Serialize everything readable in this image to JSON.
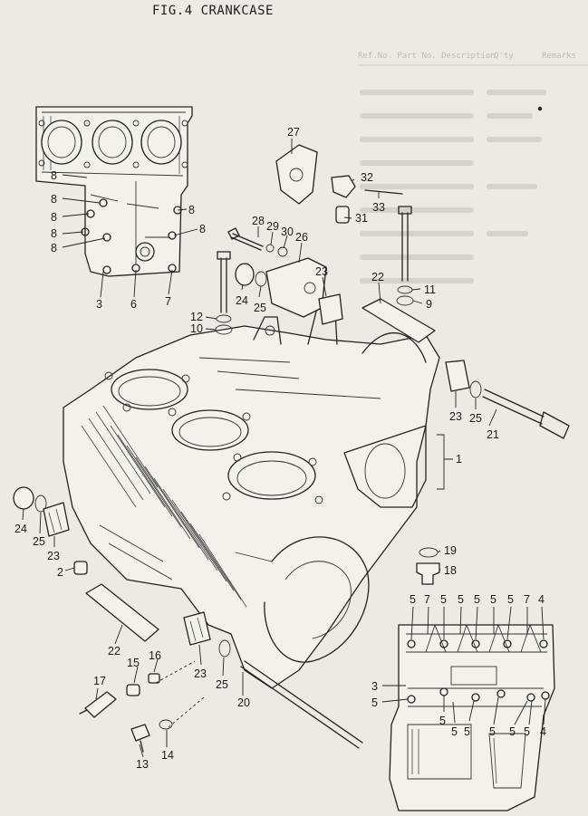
{
  "figure": {
    "title": "FIG.4  CRANKCASE"
  },
  "bleed_through": [
    "Ref.No.  Part No.    Description",
    "Q'ty",
    "Remarks"
  ],
  "colors": {
    "ink": "#222222",
    "paper": "#eeeae3"
  },
  "callouts": [
    {
      "id": "c27",
      "label": "27"
    },
    {
      "id": "c32",
      "label": "32"
    },
    {
      "id": "c33",
      "label": "33"
    },
    {
      "id": "c31",
      "label": "31"
    },
    {
      "id": "c28",
      "label": "28"
    },
    {
      "id": "c29",
      "label": "29"
    },
    {
      "id": "c30",
      "label": "30"
    },
    {
      "id": "c26",
      "label": "26"
    },
    {
      "id": "c8a",
      "label": "8"
    },
    {
      "id": "c8b",
      "label": "8"
    },
    {
      "id": "c8c",
      "label": "8"
    },
    {
      "id": "c8d",
      "label": "8"
    },
    {
      "id": "c8e",
      "label": "8"
    },
    {
      "id": "c8f",
      "label": "8"
    },
    {
      "id": "c3a",
      "label": "3"
    },
    {
      "id": "c6",
      "label": "6"
    },
    {
      "id": "c7a",
      "label": "7"
    },
    {
      "id": "c23a",
      "label": "23"
    },
    {
      "id": "c22a",
      "label": "22"
    },
    {
      "id": "c11",
      "label": "11"
    },
    {
      "id": "c9",
      "label": "9"
    },
    {
      "id": "c24a",
      "label": "24"
    },
    {
      "id": "c25a",
      "label": "25"
    },
    {
      "id": "c12",
      "label": "12"
    },
    {
      "id": "c10",
      "label": "10"
    },
    {
      "id": "c23b",
      "label": "23"
    },
    {
      "id": "c25b",
      "label": "25"
    },
    {
      "id": "c21",
      "label": "21"
    },
    {
      "id": "c1",
      "label": "1"
    },
    {
      "id": "c24b",
      "label": "24"
    },
    {
      "id": "c25c",
      "label": "25"
    },
    {
      "id": "c23c",
      "label": "23"
    },
    {
      "id": "c2",
      "label": "2"
    },
    {
      "id": "c19",
      "label": "19"
    },
    {
      "id": "c18",
      "label": "18"
    },
    {
      "id": "c22b",
      "label": "22"
    },
    {
      "id": "c23d",
      "label": "23"
    },
    {
      "id": "c25d",
      "label": "25"
    },
    {
      "id": "c15",
      "label": "15"
    },
    {
      "id": "c16",
      "label": "16"
    },
    {
      "id": "c17",
      "label": "17"
    },
    {
      "id": "c20",
      "label": "20"
    },
    {
      "id": "c13",
      "label": "13"
    },
    {
      "id": "c14",
      "label": "14"
    },
    {
      "id": "c5a",
      "label": "5"
    },
    {
      "id": "c7b",
      "label": "7"
    },
    {
      "id": "c5b",
      "label": "5"
    },
    {
      "id": "c5c",
      "label": "5"
    },
    {
      "id": "c5d",
      "label": "5"
    },
    {
      "id": "c5e",
      "label": "5"
    },
    {
      "id": "c5f",
      "label": "5"
    },
    {
      "id": "c7c",
      "label": "7"
    },
    {
      "id": "c4a",
      "label": "4"
    },
    {
      "id": "c3b",
      "label": "3"
    },
    {
      "id": "c5g",
      "label": "5"
    },
    {
      "id": "c5h",
      "label": "5"
    },
    {
      "id": "c5i",
      "label": "5"
    },
    {
      "id": "c5j",
      "label": "5"
    },
    {
      "id": "c5k",
      "label": "5"
    },
    {
      "id": "c5l",
      "label": "5"
    },
    {
      "id": "c5m",
      "label": "5"
    },
    {
      "id": "c4b",
      "label": "4"
    }
  ]
}
